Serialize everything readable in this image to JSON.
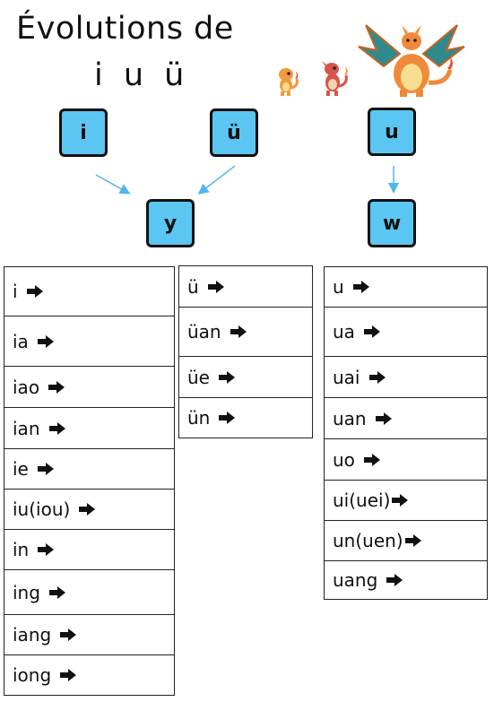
{
  "title_line1": "Évolutions de",
  "title_line2": "i u ü",
  "boxes": {
    "i": "i",
    "u_umlaut": "ü",
    "u": "u",
    "y": "y",
    "w": "w"
  },
  "colors": {
    "box_fill": "#5bc6f2",
    "arrow": "#4fb7ea",
    "border": "#111111"
  },
  "icons": {
    "row_arrow": "right-arrow-icon",
    "pokemon": [
      "charmander-icon",
      "charmeleon-icon",
      "charizard-icon"
    ]
  },
  "col1": [
    "i",
    "ia",
    "iao",
    "ian",
    "ie",
    "iu(iou)",
    "in",
    "ing",
    "iang",
    "iong"
  ],
  "col2": [
    "ü",
    "üan",
    "üe",
    "ün"
  ],
  "col3": [
    "u",
    "ua",
    "uai",
    "uan",
    "uo",
    "ui(uei)",
    "un(uen)",
    "uang"
  ]
}
